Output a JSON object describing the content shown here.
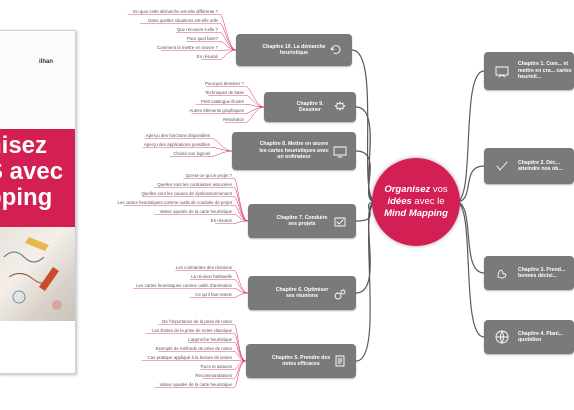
{
  "book": {
    "author": "ilhan",
    "title_lines": [
      "nisez",
      "S avec",
      "pping"
    ]
  },
  "center": {
    "word1": "Organisez",
    "word2": "vos",
    "word3": "idées",
    "word4": "avec le",
    "word5": "Mind Mapping"
  },
  "chapters_left": [
    {
      "label": "Chapitre 10. La démarche heuristique",
      "icon": "refresh-icon",
      "leaves": [
        "En quoi cette démarche est-elle différente ?",
        "Dans quelles situations est-elle utile",
        "Que recouvre-t-elle ?",
        "Pour quel faire?",
        "Comment la mettre en œuvre ?",
        "En résumé"
      ]
    },
    {
      "label": "Chapitre 9. Dessiner",
      "icon": "gear-icon",
      "leaves": [
        "Pourquoi dessiner ?",
        "Techniques de base",
        "Petit catalogue illustré",
        "Autres éléments graphiques",
        "Résolution"
      ]
    },
    {
      "label": "Chapitre 8. Mettre en œuvre les cartes heuristiques avec un ordinateur",
      "icon": "monitor-icon",
      "leaves": [
        "Aperçu des fonctions disponibles",
        "Aperçu des applications possibles",
        "Choisir son logiciel"
      ]
    },
    {
      "label": "Chapitre 7. Conduire ses projets",
      "icon": "project-icon",
      "leaves": [
        "Qu'est-ce qu'un projet ?",
        "Quelles sont les contraintes associées",
        "Quelles sont les causes de dysfonctionnement",
        "Les cartes heuristiques comme outils de conduite de projet",
        "Valeur ajoutée de la carte heuristique",
        "En résumé"
      ]
    },
    {
      "label": "Chapitre 6. Optimiser ses réunions",
      "icon": "gears-icon",
      "leaves": [
        "Les contraintes des réunions",
        "La réunion habituelle",
        "Les cartes heuristiques comme outils d'animation",
        "Ce qu'il faut retenir"
      ]
    },
    {
      "label": "Chapitre 5. Prendre des notes efficaces",
      "icon": "note-icon",
      "leaves": [
        "De l'importance de la prise de notes",
        "Les limites de la prise de notes classique",
        "L'approche heuristique",
        "Exemple de méthode de prise de notes",
        "Cas pratique appliqué à la lecture de textes",
        "Trucs et astuces",
        "Recommandations",
        "Valeur ajoutée de la carte heuristique"
      ]
    }
  ],
  "chapters_right": [
    {
      "label": "Chapitre 1. Com... et mettre en cra... cartes heuristi...",
      "icon": "board-icon"
    },
    {
      "label": "Chapitre 2. Déc... atteindre nos ob...",
      "icon": "check-icon"
    },
    {
      "label": "Chapitre 3. Prend... bonnes décisi...",
      "icon": "hand-icon"
    },
    {
      "label": "Chapitre 4. Plani... quotidien",
      "icon": "globe-icon"
    }
  ],
  "colors": {
    "accent": "#d41f55",
    "node": "#7a7a7a",
    "branch": "#5a5a5a",
    "leaf_line": "#d41f55"
  }
}
